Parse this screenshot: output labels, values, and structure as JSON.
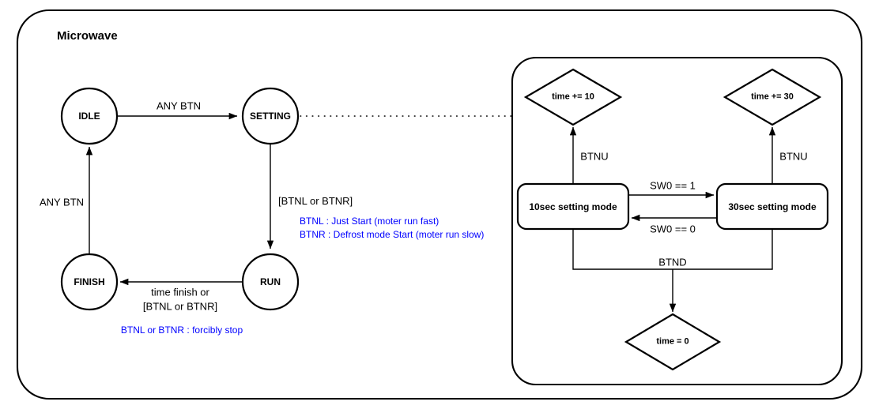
{
  "diagram": {
    "title": "Microwave",
    "type": "state-machine"
  },
  "states": [
    {
      "id": "idle",
      "label": "IDLE"
    },
    {
      "id": "setting",
      "label": "SETTING"
    },
    {
      "id": "finish",
      "label": "FINISH"
    },
    {
      "id": "run",
      "label": "RUN"
    }
  ],
  "transitions": {
    "idle_to_setting": "ANY BTN",
    "setting_to_run": "[BTNL or BTNR]",
    "run_to_finish_line1": "time finish or",
    "run_to_finish_line2": "[BTNL or BTNR]",
    "finish_to_idle": "ANY BTN"
  },
  "notes": {
    "btnl_btnr_line1": "BTNL : Just Start (moter run fast)",
    "btnl_btnr_line2": "BTNR : Defrost mode Start (moter run slow)",
    "forcibly_stop": "BTNL or BTNR : forcibly stop",
    "color": "#0000ff"
  },
  "setting_panel": {
    "nodes": [
      {
        "id": "time-plus-10",
        "shape": "diamond",
        "label": "time += 10"
      },
      {
        "id": "time-plus-30",
        "shape": "diamond",
        "label": "time += 30"
      },
      {
        "id": "mode-10sec",
        "shape": "box",
        "label": "10sec setting mode"
      },
      {
        "id": "mode-30sec",
        "shape": "box",
        "label": "30sec setting mode"
      },
      {
        "id": "time-zero",
        "shape": "diamond",
        "label": "time = 0"
      }
    ],
    "edges": [
      {
        "id": "btnu-left",
        "label": "BTNU"
      },
      {
        "id": "btnu-right",
        "label": "BTNU"
      },
      {
        "id": "sw0-eq-1",
        "label": "SW0 == 1"
      },
      {
        "id": "sw0-eq-0",
        "label": "SW0 == 0"
      },
      {
        "id": "btnd",
        "label": "BTND"
      }
    ]
  }
}
